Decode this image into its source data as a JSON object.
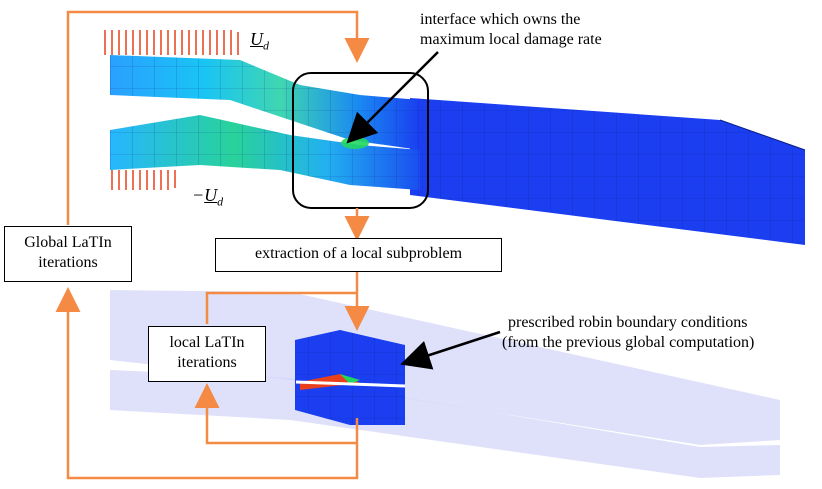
{
  "labels": {
    "interface_line1": "interface which owns the",
    "interface_line2": "maximum local damage rate",
    "extraction": "extraction of a local subproblem",
    "global_line1": "Global LaTIn",
    "global_line2": "iterations",
    "local_line1": "local LaTIn",
    "local_line2": "iterations",
    "robin_line1": "prescribed robin boundary conditions",
    "robin_line2": "(from the previous global computation)",
    "ud_symbol": "U",
    "ud_sub": "d",
    "minus_ud_sign": "−",
    "minus_ud_symbol": "U",
    "minus_ud_sub": "d"
  },
  "colors": {
    "arrow_orange": "#f58a45",
    "mesh_blue": "#1a3ef0",
    "ghost_blue": "#c9cdf6",
    "hot_green": "#22d760",
    "force_red": "#e8401c"
  }
}
